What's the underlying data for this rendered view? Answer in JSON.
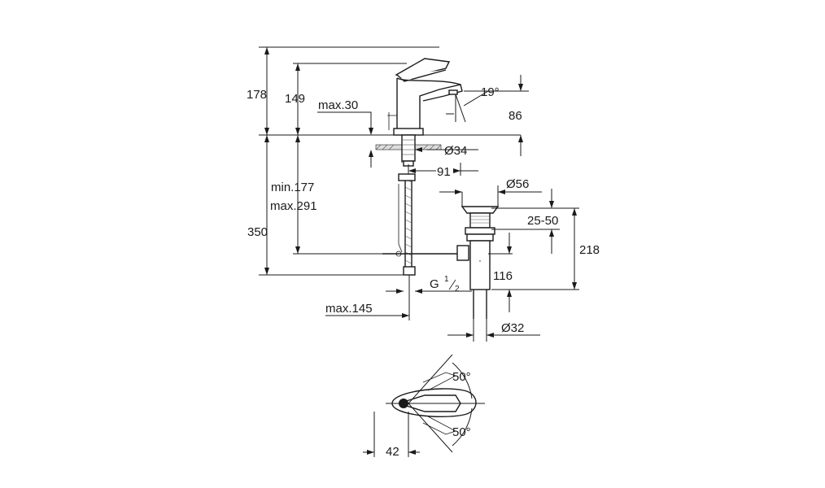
{
  "dimensions": {
    "height_total": "178",
    "height_spout": "149",
    "max_deck": "max.30",
    "angle_spout": "19°",
    "spout_reach_height": "86",
    "hole_diameter": "Ø34",
    "hole_offset": "91",
    "hose_min": "min.177",
    "hose_max": "max.291",
    "total_depth": "350",
    "drain_diameter": "Ø56",
    "drain_range": "25-50",
    "drain_height": "218",
    "drain_lower": "116",
    "thread": "G",
    "thread_fraction_num": "1",
    "thread_fraction_den": "2",
    "max_reach": "max.145",
    "outlet_diameter": "Ø32",
    "lever_angle_top": "50°",
    "lever_angle_bottom": "50°",
    "lever_length": "42"
  },
  "colors": {
    "line": "#1a1a1a",
    "background": "#ffffff"
  }
}
